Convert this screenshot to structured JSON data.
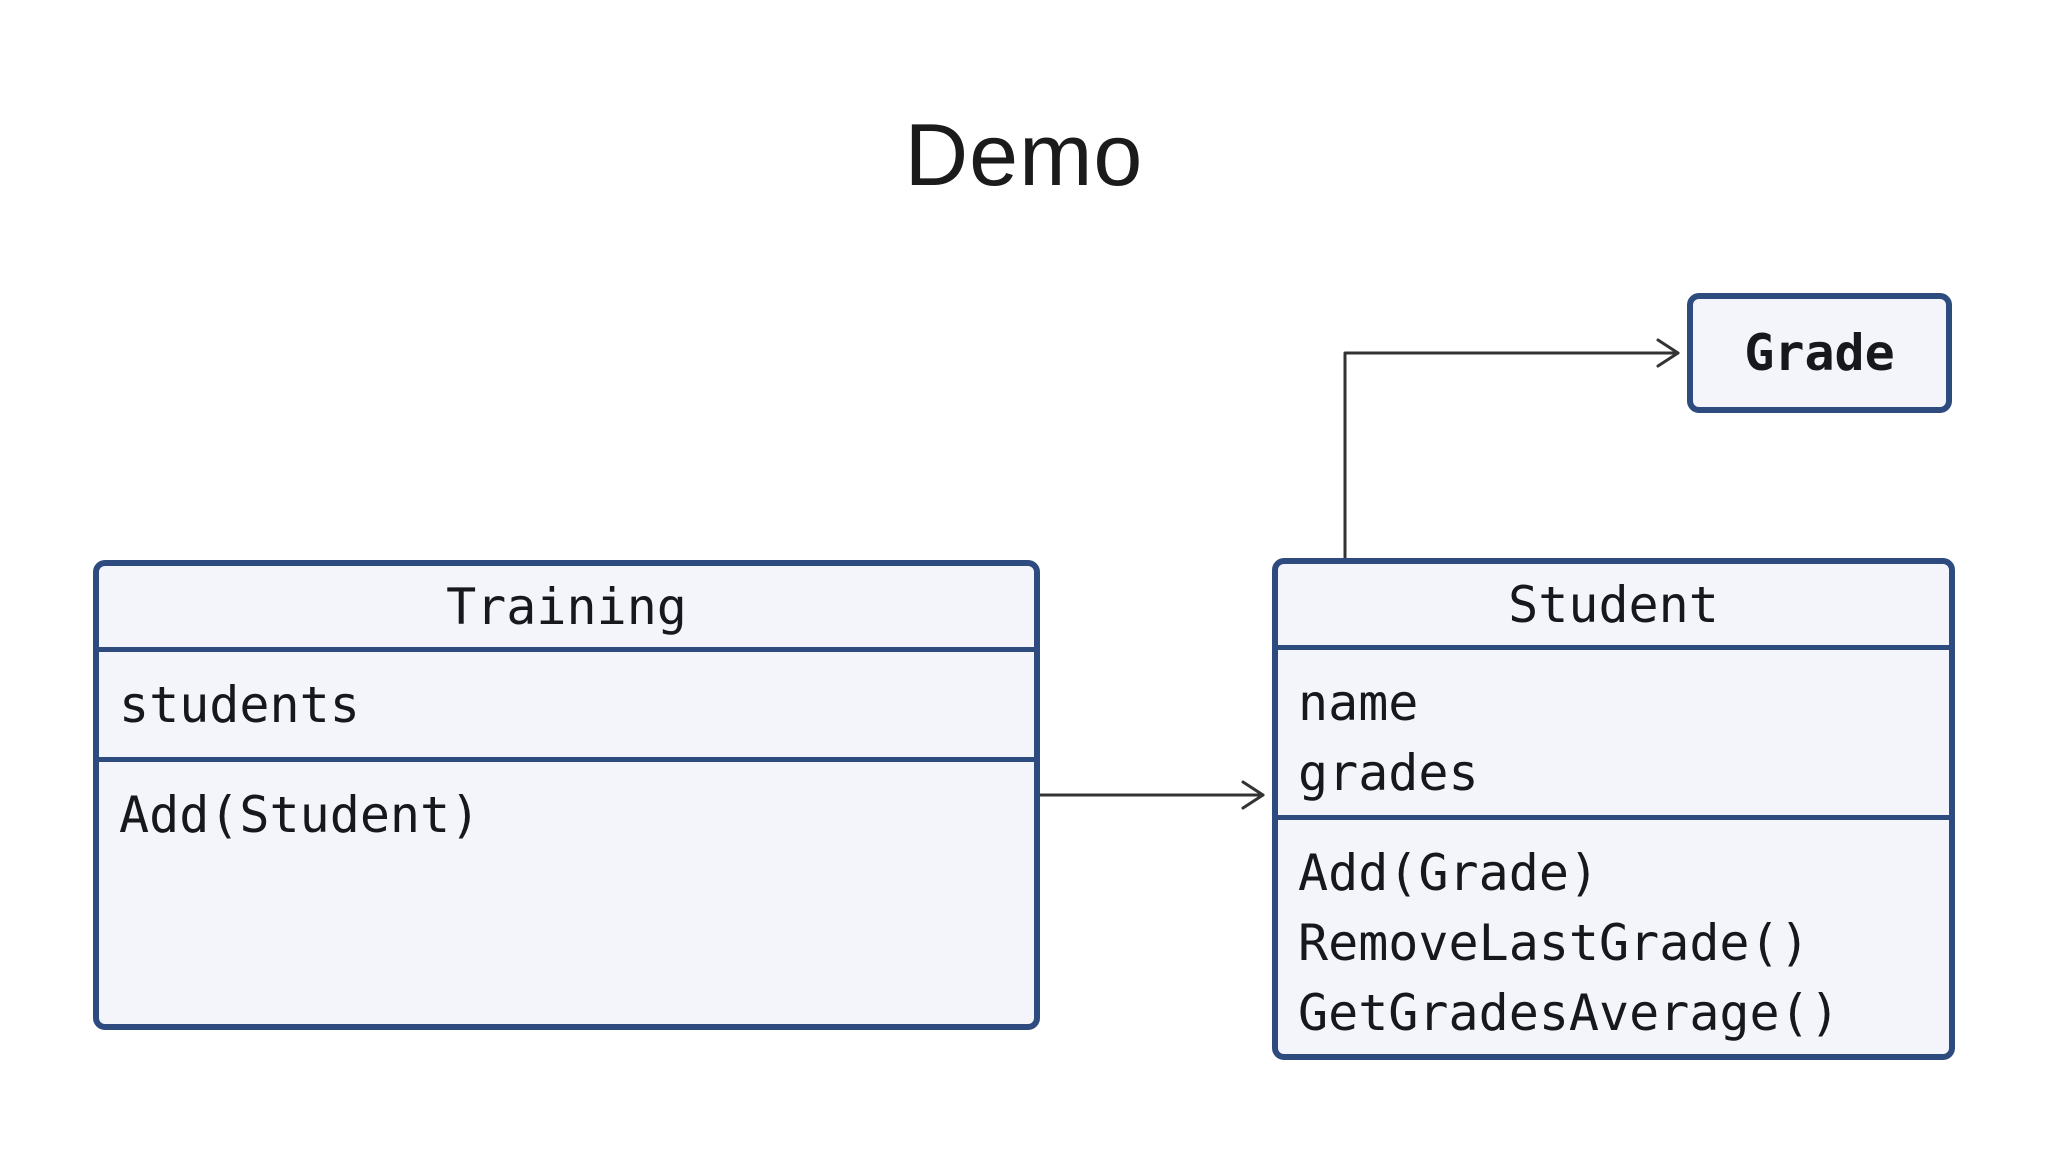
{
  "title": "Demo",
  "theme": {
    "background": "#ffffff",
    "box_fill": "#f3f5fb",
    "box_border": "#2d4b7e",
    "text_color": "#16181c",
    "connector_color": "#333333"
  },
  "diagram": {
    "classes": [
      {
        "name": "Training",
        "attributes": [
          "students"
        ],
        "methods": [
          "Add(Student)"
        ]
      },
      {
        "name": "Student",
        "attributes": [
          "name",
          "grades"
        ],
        "methods": [
          "Add(Grade)",
          "RemoveLastGrade()",
          "GetGradesAverage()"
        ]
      },
      {
        "name": "Grade",
        "attributes": [],
        "methods": []
      }
    ],
    "relations": [
      {
        "from": "Training",
        "to": "Student",
        "style": "open-arrow"
      },
      {
        "from": "Student",
        "to": "Grade",
        "style": "open-arrow"
      }
    ]
  }
}
